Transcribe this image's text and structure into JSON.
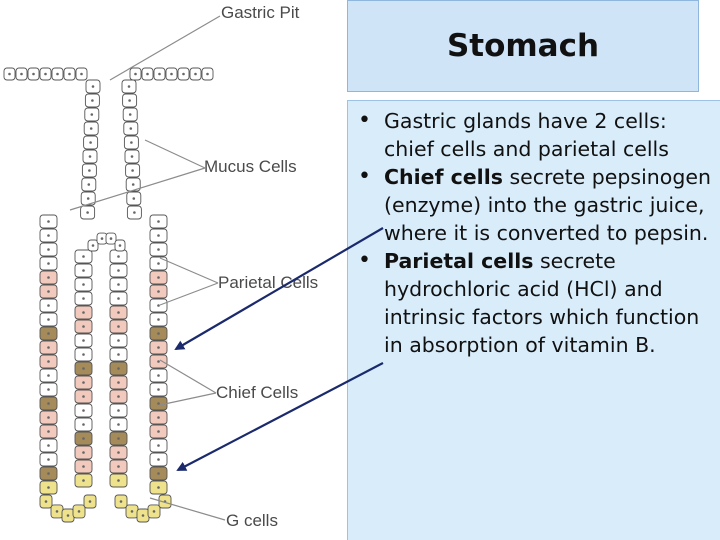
{
  "diagram": {
    "labels": {
      "gastric_pit": "Gastric Pit",
      "mucus_cells": "Mucus Cells",
      "parietal_cells": "Parietal Cells",
      "chief_cells": "Chief Cells",
      "g_cells": "G cells"
    },
    "colors": {
      "mucus_cell": "#ffffff",
      "parietal_cell": "#f2c9bd",
      "chief_cell": "#a58a5a",
      "g_cell": "#eee38c",
      "outline": "#555555",
      "pointer_line": "#8c8c8c",
      "arrow": "#1a2a6c"
    }
  },
  "slide": {
    "title": "Stomach",
    "bullets": [
      {
        "bold": "",
        "text": "Gastric glands have 2 cells: chief cells and parietal cells"
      },
      {
        "bold": "Chief cells",
        "text": " secrete pepsinogen (enzyme) into the gastric juice, where it is converted to pepsin."
      },
      {
        "bold": "Parietal cells",
        "text": " secrete hydrochloric acid (HCl) and intrinsic factors which function in absorption of vitamin B."
      }
    ],
    "colors": {
      "title_bg": "#cfe4f7",
      "body_bg": "#d9ecfa",
      "text": "#111111"
    }
  }
}
